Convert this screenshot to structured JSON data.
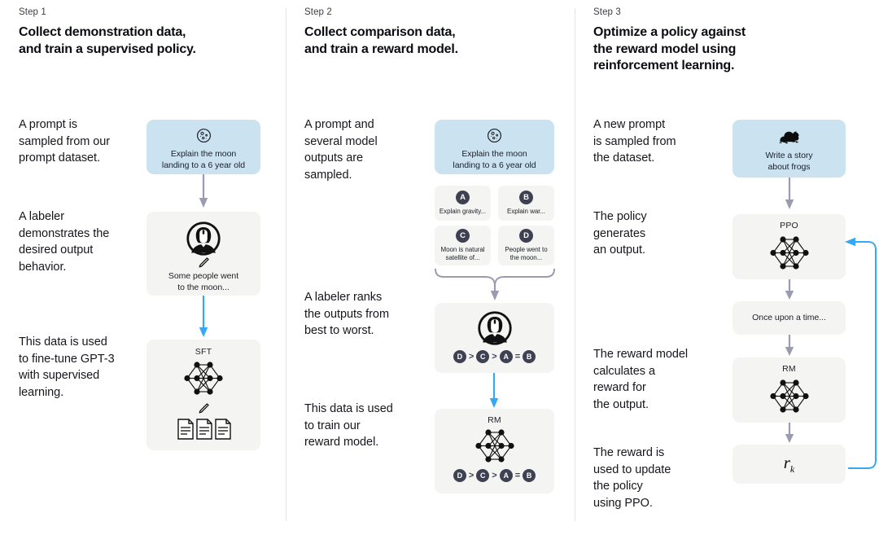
{
  "diagram": {
    "title": "RLHF three-step training diagram",
    "colors": {
      "prompt_box": "#cbe2f1",
      "neutral_box": "#f4f4f3",
      "arrow_grey": "#9a9ab0",
      "arrow_blue": "#35a8f5",
      "badge": "#3d4152",
      "divider": "#e4e4e6",
      "text": "#15171c"
    }
  },
  "steps": [
    {
      "label": "Step 1",
      "title": "Collect demonstration data,\nand train a supervised policy.",
      "captions": [
        "A prompt is\nsampled from our\nprompt dataset.",
        "A labeler\ndemonstrates the\ndesired output\nbehavior.",
        "This data is used\nto fine-tune GPT-3\nwith supervised\nlearning."
      ],
      "nodes": [
        {
          "kind": "prompt",
          "icon": "moon-icon",
          "text": "Explain the moon\nlanding to a 6 year old"
        },
        {
          "kind": "neutral",
          "icon": "labeler-icon",
          "sub_icon": "pencil-icon",
          "text": "Some people went\nto the moon..."
        },
        {
          "kind": "neutral",
          "caption": "SFT",
          "icon": "neural-network-icon",
          "sub_icon": "pencil-icon",
          "extra_icon": "documents-icon"
        }
      ]
    },
    {
      "label": "Step 2",
      "title": "Collect comparison data,\nand train a reward model.",
      "captions": [
        "A prompt and\nseveral model\noutputs are\nsampled.",
        "A labeler ranks\nthe outputs from\nbest to worst.",
        "This data is used\nto train our\nreward model."
      ],
      "nodes": [
        {
          "kind": "prompt",
          "icon": "moon-icon",
          "text": "Explain the moon\nlanding to a 6 year old"
        },
        {
          "kind": "outputs-grid",
          "items": [
            {
              "badge": "A",
              "text": "Explain gravity..."
            },
            {
              "badge": "B",
              "text": "Explain war..."
            },
            {
              "badge": "C",
              "text": "Moon is natural\nsatellite of..."
            },
            {
              "badge": "D",
              "text": "People went to\nthe moon..."
            }
          ]
        },
        {
          "kind": "neutral",
          "icon": "labeler-icon",
          "ranking": [
            "D",
            ">",
            "C",
            ">",
            "A",
            "=",
            "B"
          ]
        },
        {
          "kind": "neutral",
          "caption": "RM",
          "icon": "neural-network-icon",
          "ranking": [
            "D",
            ">",
            "C",
            ">",
            "A",
            "=",
            "B"
          ]
        }
      ]
    },
    {
      "label": "Step 3",
      "title": "Optimize a policy against\nthe reward model using\nreinforcement learning.",
      "captions": [
        "A new prompt\nis sampled from\nthe dataset.",
        "The policy\ngenerates\nan output.",
        "The reward model\ncalculates a\nreward for\nthe output.",
        "The reward is\nused to update\nthe policy\nusing PPO."
      ],
      "nodes": [
        {
          "kind": "prompt",
          "icon": "frog-icon",
          "text": "Write a story\nabout frogs"
        },
        {
          "kind": "neutral",
          "caption": "PPO",
          "icon": "neural-network-icon"
        },
        {
          "kind": "neutral",
          "text": "Once upon a time..."
        },
        {
          "kind": "neutral",
          "caption": "RM",
          "icon": "neural-network-icon"
        },
        {
          "kind": "neutral",
          "reward_symbol": "r",
          "reward_subscript": "k"
        }
      ]
    }
  ]
}
